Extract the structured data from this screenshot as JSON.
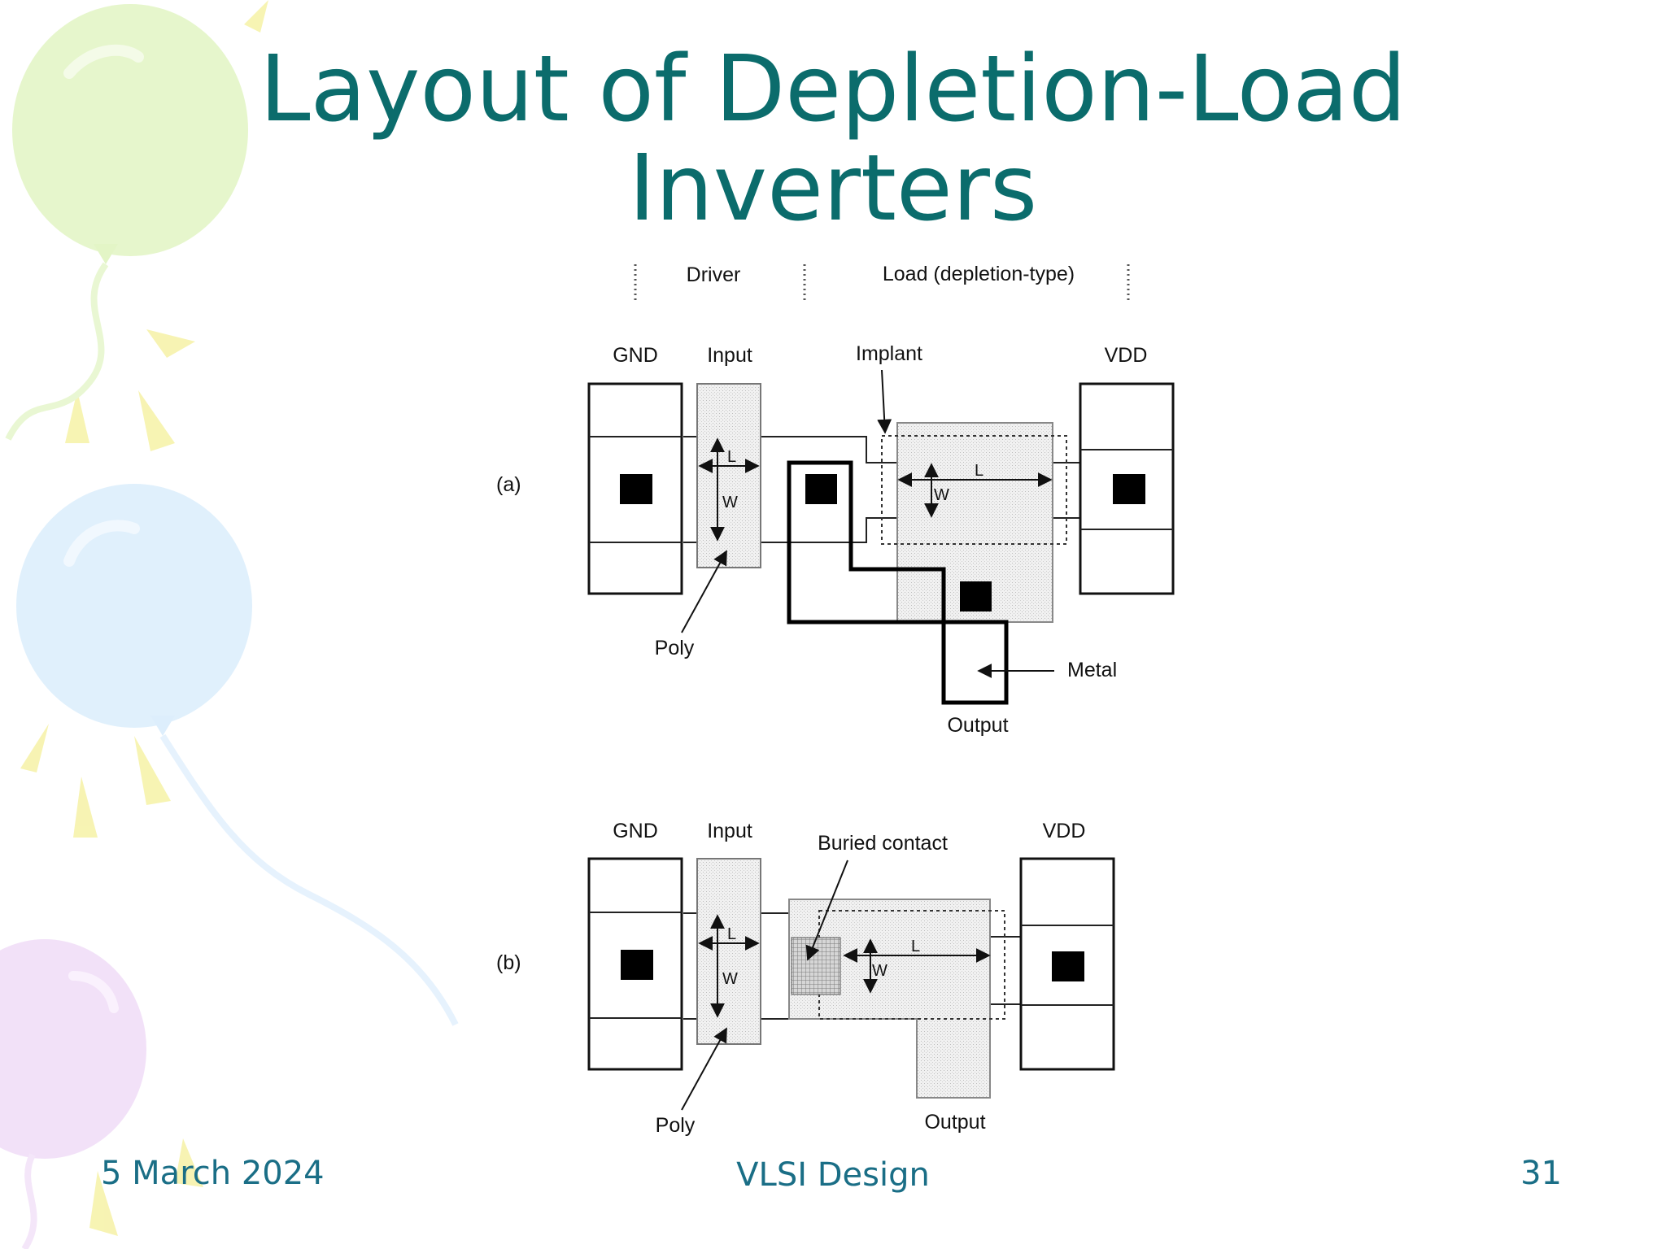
{
  "slide": {
    "title_line1": "Layout of Depletion-Load",
    "title_line2": "Inverters"
  },
  "figure": {
    "header": {
      "driver": "Driver",
      "load": "Load (depletion-type)"
    },
    "panel_a": {
      "tag": "(a)",
      "gnd": "GND",
      "input": "Input",
      "implant": "Implant",
      "vdd": "VDD",
      "poly": "Poly",
      "metal": "Metal",
      "output": "Output",
      "l_driver": "L",
      "w_driver": "W",
      "l_load": "L",
      "w_load": "W"
    },
    "panel_b": {
      "tag": "(b)",
      "gnd": "GND",
      "input": "Input",
      "buried_contact": "Buried contact",
      "vdd": "VDD",
      "poly": "Poly",
      "output": "Output",
      "l_driver": "L",
      "w_driver": "W",
      "l_load": "L",
      "w_load": "W"
    }
  },
  "footer": {
    "date": "5 March 2024",
    "course": "VLSI Design",
    "page_number": "31"
  },
  "colors": {
    "title": "#0b6c6c",
    "footer": "#1a6e86",
    "balloon_green": "#dff3bf",
    "balloon_blue": "#dbeefc",
    "balloon_purple": "#f0dcf7",
    "balloon_yellow": "#f7f2a8"
  }
}
